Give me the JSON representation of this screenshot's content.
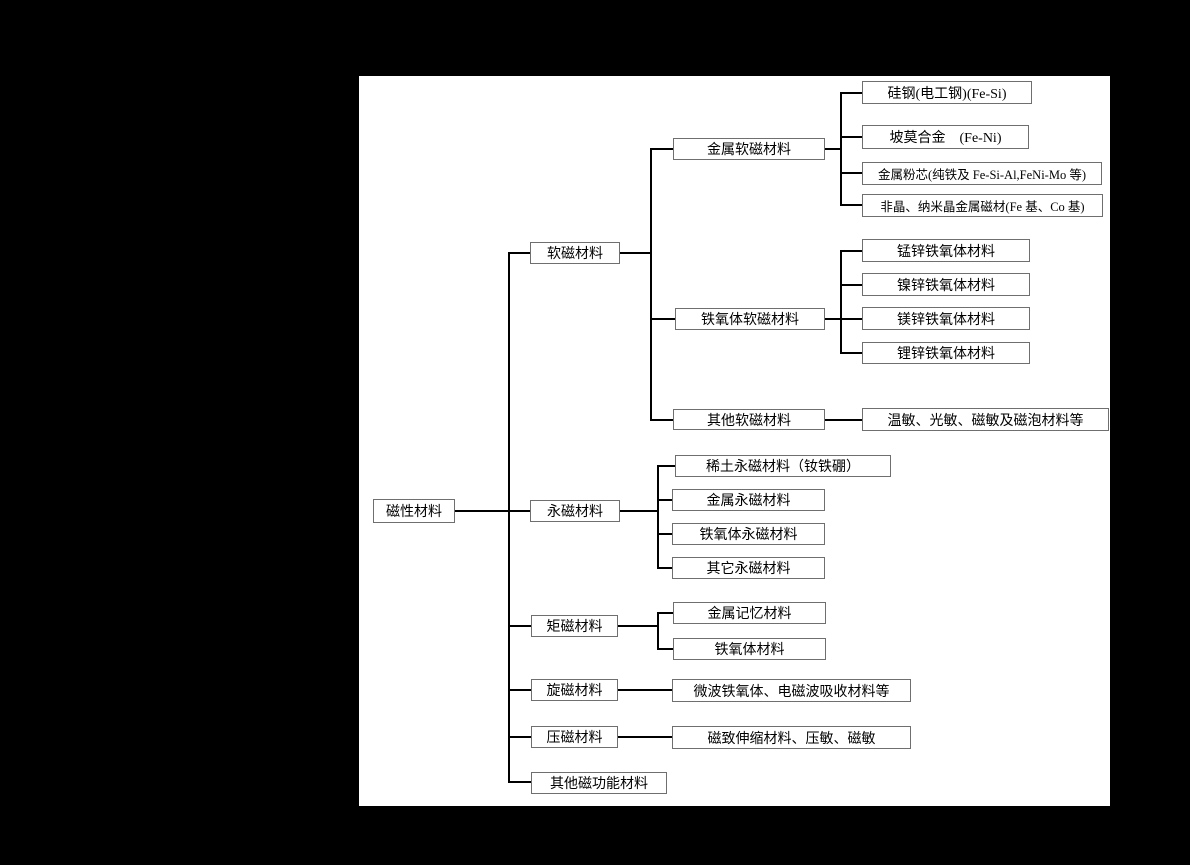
{
  "colors": {
    "page_background": "#000000",
    "canvas_background": "#ffffff",
    "connector_line": "#000000",
    "box_border": "#6f6f6f",
    "text": "#000000"
  },
  "tree": {
    "root": {
      "label": "磁性材料",
      "children": [
        {
          "label": "软磁材料",
          "children": [
            {
              "label": "金属软磁材料",
              "children": [
                {
                  "label": "硅钢(电工钢)(Fe-Si)"
                },
                {
                  "label": "坡莫合金　(Fe-Ni)"
                },
                {
                  "label": "金属粉芯(纯铁及 Fe-Si-Al,FeNi-Mo 等)"
                },
                {
                  "label": "非晶、纳米晶金属磁材(Fe 基、Co 基)"
                }
              ]
            },
            {
              "label": "铁氧体软磁材料",
              "children": [
                {
                  "label": "锰锌铁氧体材料"
                },
                {
                  "label": "镍锌铁氧体材料"
                },
                {
                  "label": "镁锌铁氧体材料"
                },
                {
                  "label": "锂锌铁氧体材料"
                }
              ]
            },
            {
              "label": "其他软磁材料",
              "children": [
                {
                  "label": "温敏、光敏、磁敏及磁泡材料等"
                }
              ]
            }
          ]
        },
        {
          "label": "永磁材料",
          "children": [
            {
              "label": "稀土永磁材料（钕铁硼）"
            },
            {
              "label": "金属永磁材料"
            },
            {
              "label": "铁氧体永磁材料"
            },
            {
              "label": "其它永磁材料"
            }
          ]
        },
        {
          "label": "矩磁材料",
          "children": [
            {
              "label": "金属记忆材料"
            },
            {
              "label": "铁氧体材料"
            }
          ]
        },
        {
          "label": "旋磁材料",
          "children": [
            {
              "label": "微波铁氧体、电磁波吸收材料等"
            }
          ]
        },
        {
          "label": "压磁材料",
          "children": [
            {
              "label": "磁致伸缩材料、压敏、磁敏"
            }
          ]
        },
        {
          "label": "其他磁功能材料",
          "children": []
        }
      ]
    }
  }
}
